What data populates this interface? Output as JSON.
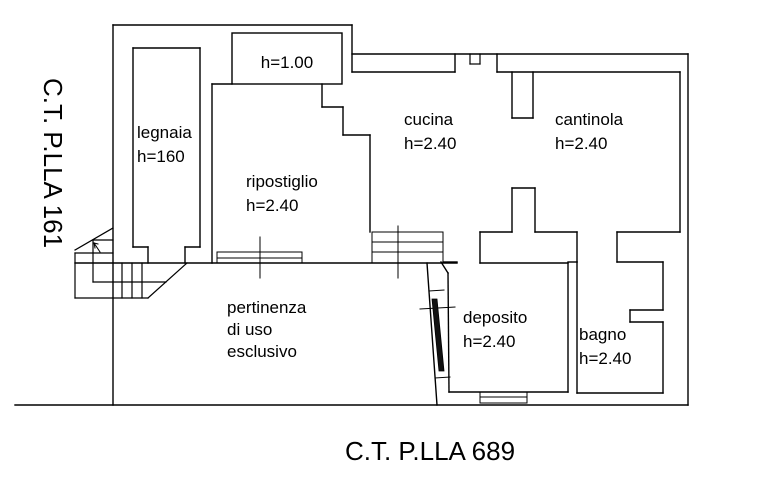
{
  "drawing": {
    "type": "cadastral floor plan",
    "parcel_left": "C.T. P.LLA 161",
    "parcel_bottom": "C.T. P.LLA 689"
  },
  "rooms": {
    "legnaia": {
      "name": "legnaia",
      "height": "h=160"
    },
    "box": {
      "height": "h=1.00"
    },
    "ripostiglio": {
      "name": "ripostiglio",
      "height": "h=2.40"
    },
    "cucina": {
      "name": "cucina",
      "height": "h=2.40"
    },
    "cantinola": {
      "name": "cantinola",
      "height": "h=2.40"
    },
    "pertinenza": {
      "line1": "pertinenza",
      "line2": "di uso",
      "line3": "esclusivo"
    },
    "deposito": {
      "name": "deposito",
      "height": "h=2.40"
    },
    "bagno": {
      "name": "bagno",
      "height": "h=2.40"
    }
  },
  "colors": {
    "line": "#000000",
    "background": "#ffffff"
  }
}
